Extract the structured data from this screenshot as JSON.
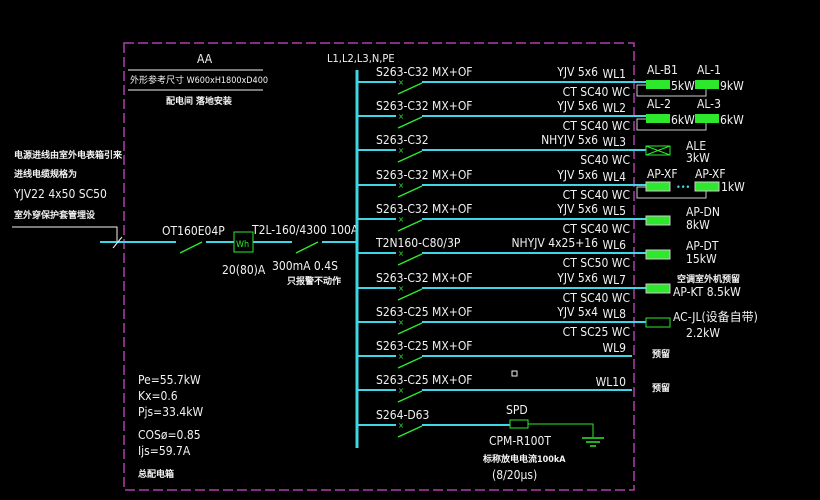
{
  "panel": {
    "name": "AA",
    "size": "外形参考尺寸 W600xH1800xD400",
    "install": "配电间 落地安装",
    "bus": "L1,L2,L3,N,PE"
  },
  "incoming": {
    "note1": "电源进线由室外电表箱引来",
    "note2": "进线电缆规格为",
    "cable": "YJV22 4x50  SC50",
    "note3": "室外穿保护套管埋设",
    "isolator": "OT160E04P",
    "meter": "Wh",
    "meter_rating": "20(80)A",
    "main_breaker": "T2L-160/4300 100A",
    "rcd": "300mA  0.4S",
    "rcd_note": "只报警不动作"
  },
  "summary": {
    "pe": "Pe=55.7kW",
    "kx": "Kx=0.6",
    "pjs": "Pjs=33.4kW",
    "cos": "COSø=0.85",
    "ijs": "Ijs=59.7A",
    "title": "总配电箱"
  },
  "branches": [
    {
      "breaker": "S263-C32  MX+OF",
      "cable": "YJV 5x6",
      "wl": "WL1",
      "conduit": "CT SC40 WC"
    },
    {
      "breaker": "S263-C32  MX+OF",
      "cable": "YJV 5x6",
      "wl": "WL2",
      "conduit": "CT SC40 WC"
    },
    {
      "breaker": "S263-C32",
      "cable": "NHYJV 5x6",
      "wl": "WL3",
      "conduit": "SC40 WC"
    },
    {
      "breaker": "S263-C32  MX+OF",
      "cable": "YJV 5x6",
      "wl": "WL4",
      "conduit": "CT SC40 WC"
    },
    {
      "breaker": "S263-C32  MX+OF",
      "cable": "YJV 5x6",
      "wl": "WL5",
      "conduit": "CT SC40 WC"
    },
    {
      "breaker": "T2N160-C80/3P",
      "cable": "NHYJV 4x25+16",
      "wl": "WL6",
      "conduit": "CT SC50 WC"
    },
    {
      "breaker": "S263-C32  MX+OF",
      "cable": "YJV 5x6",
      "wl": "WL7",
      "conduit": "CT SC40 WC"
    },
    {
      "breaker": "S263-C25  MX+OF",
      "cable": "YJV 5x4",
      "wl": "WL8",
      "conduit": "CT SC25 WC"
    },
    {
      "breaker": "S263-C25  MX+OF",
      "cable": "",
      "wl": "WL9",
      "conduit": ""
    },
    {
      "breaker": "S263-C25  MX+OF",
      "cable": "",
      "wl": "WL10",
      "conduit": ""
    },
    {
      "breaker": "S264-D63",
      "cable": "",
      "wl": "",
      "conduit": ""
    }
  ],
  "loads": {
    "al_b1": "AL-B1",
    "al_b1_kw": "5kW",
    "al_1": "AL-1",
    "al_1_kw": "9kW",
    "al_2": "AL-2",
    "al_2_kw": "6kW",
    "al_3": "AL-3",
    "al_3_kw": "6kW",
    "ale": "ALE",
    "ale_kw": "3kW",
    "ap_xf1": "AP-XF",
    "ap_xf2": "AP-XF",
    "ap_xf_kw": "1kW",
    "ellipsis": "•••",
    "ap_dn": "AP-DN",
    "ap_dn_kw": "8kW",
    "ap_dt": "AP-DT",
    "ap_dt_kw": "15kW",
    "ap_kt_note": "空调室外机预留",
    "ap_kt": "AP-KT 8.5kW",
    "ac_jl": "AC-JL(设备自带)",
    "ac_jl_kw": "2.2kW",
    "spare1": "预留",
    "spare2": "预留"
  },
  "spd": {
    "label": "SPD",
    "model": "CPM-R100T",
    "rating": "标称放电电流100kA",
    "wave": "(8/20μs)"
  },
  "colors": {
    "bus": "#3fd6e6",
    "green": "#2ee82e",
    "frame": "#b03cb0",
    "text": "#f2f2f2"
  }
}
